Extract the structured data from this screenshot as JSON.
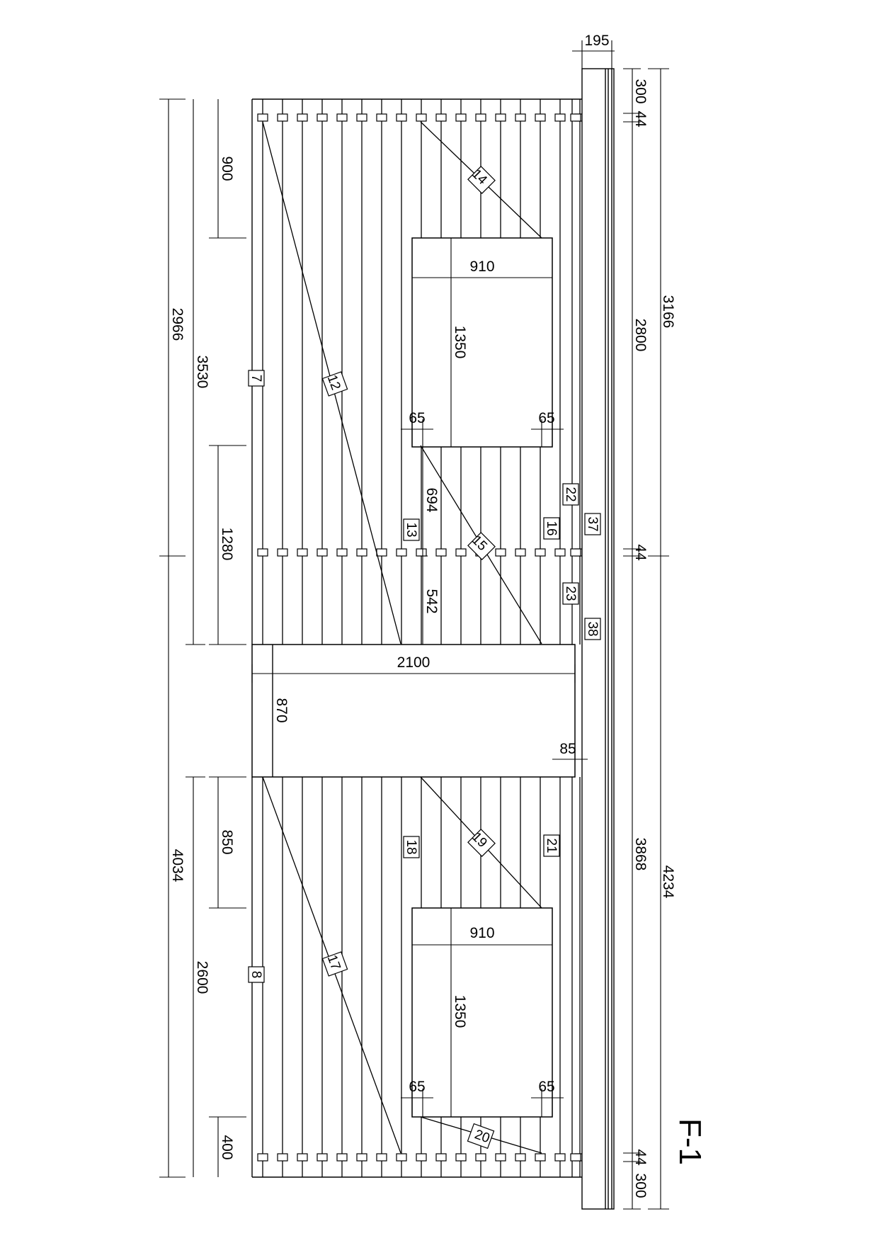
{
  "sheet_title": "F-1",
  "colors": {
    "line": "#000000",
    "background": "#ffffff"
  },
  "dimensions": {
    "top_offset": "195",
    "right_outer_top": "3166",
    "right_outer_bottom": "4234",
    "right_inner_top_300": "300",
    "right_inner_top_44": "44",
    "right_inner_2800": "2800",
    "right_inner_mid_44": "44",
    "right_inner_3868": "3868",
    "right_inner_bottom_44": "44",
    "right_inner_bottom_300": "300",
    "left_outer_top": "2966",
    "left_outer_bottom": "4034",
    "left_mid_top": "3530",
    "left_mid_bottom": "2600",
    "left_inner_900": "900",
    "left_inner_1280": "1280",
    "left_inner_850": "850",
    "left_inner_400": "400",
    "opening1_width": "910",
    "opening1_height": "1350",
    "opening1_left_gap": "65",
    "opening1_right_gap": "65",
    "gap_694": "694",
    "gap_542": "542",
    "landing_width": "2100",
    "landing_depth": "870",
    "landing_edge": "85",
    "opening2_width": "910",
    "opening2_height": "1350",
    "opening2_left_gap": "65",
    "opening2_right_gap": "65"
  },
  "tags": {
    "t7": "7",
    "t8": "8",
    "t12": "12",
    "t13": "13",
    "t14": "14",
    "t15": "15",
    "t16": "16",
    "t17": "17",
    "t18": "18",
    "t19": "19",
    "t20": "20",
    "t21": "21",
    "t22": "22",
    "t23": "23",
    "t37": "37",
    "t38": "38"
  }
}
